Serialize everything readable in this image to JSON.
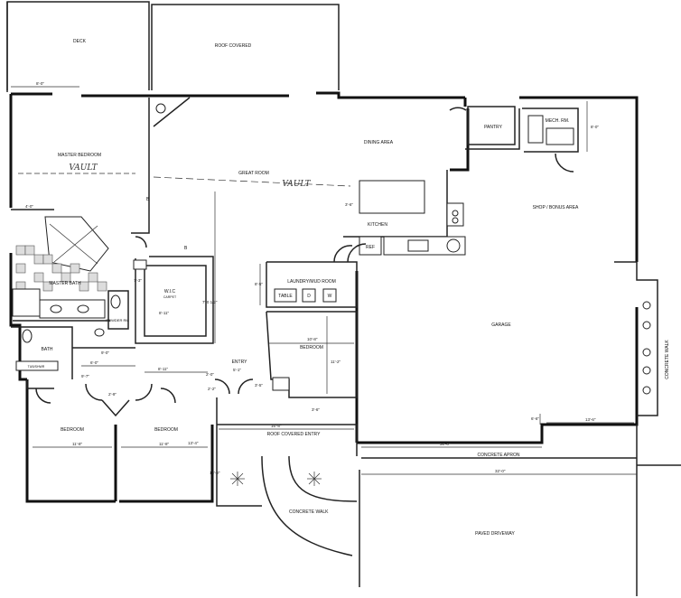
{
  "rooms": {
    "deck": "DECK",
    "roof_covered_top": "ROOF COVERED",
    "master_bedroom": "MASTER BEDROOM",
    "master_vault": "VAULT",
    "dining_area": "DINING AREA",
    "great_room": "GREAT ROOM",
    "great_vault": "VAULT",
    "pantry": "PANTRY",
    "mech_rm": "MECH. RM.",
    "shop_bonus": "SHOP / BONUS AREA",
    "kitchen": "KITCHEN",
    "laundry_mud": "LAUNDRY/MUD ROOM",
    "master_bath": "MASTER BATH",
    "wic": "W.I.C",
    "wic_sub": "CARPET",
    "powder": "POWDER RM",
    "bath": "BATH",
    "bedroom_mid": "BEDROOM",
    "garage": "GARAGE",
    "entry": "ENTRY",
    "bedroom_left": "BEDROOM",
    "bedroom_right": "BEDROOM",
    "roof_covered_entry": "ROOF COVERED ENTRY",
    "concrete_walk_bottom": "CONCRETE WALK",
    "concrete_walk_side": "CONCRETE WALK",
    "concrete_apron": "CONCRETE APRON",
    "paved_driveway": "PAVED DRIVEWAY"
  },
  "fixtures": {
    "table": "TABLE",
    "ref": "REF",
    "washer": "W",
    "dryer": "D",
    "tub": "TUB/SHWR"
  },
  "dimensions": {
    "deck_w": "8'-0\"",
    "closet_w": "4'-0\"",
    "wic_w": "8'-11\"",
    "hall_w": "7'-0 1/2\"",
    "mech_h": "8'-0\"",
    "island_h": "3'-6\"",
    "laundry_h": "8'-5\"",
    "bath_w": "9'-0\"",
    "hall_short": "6'-0\"",
    "bed_hall": "8'-11\"",
    "bed_hall2": "9'-7\"",
    "entry_w": "5'-1\"",
    "bedroom_mid_w": "10'-8\"",
    "bedroom_mid_h": "11'-2\"",
    "small_a": "2'-9\"",
    "small_b": "2'-2\"",
    "small_c": "3'-5\"",
    "small_d": "3'-6\"",
    "small_e": "2'-0\"",
    "small_f": "7'-3\"",
    "bedroom_left_w": "11'-8\"",
    "bedroom_right_w": "11'-8\"",
    "bedroom_right_h": "13'-4\"",
    "entry_cover_w": "16'-8\"",
    "entry_cover_h": "13'-8\"",
    "garage_front": "13'-6\"",
    "garage_side": "6'-6\"",
    "apron_w": "30'-0\"",
    "driveway_w": "32'-0\""
  }
}
